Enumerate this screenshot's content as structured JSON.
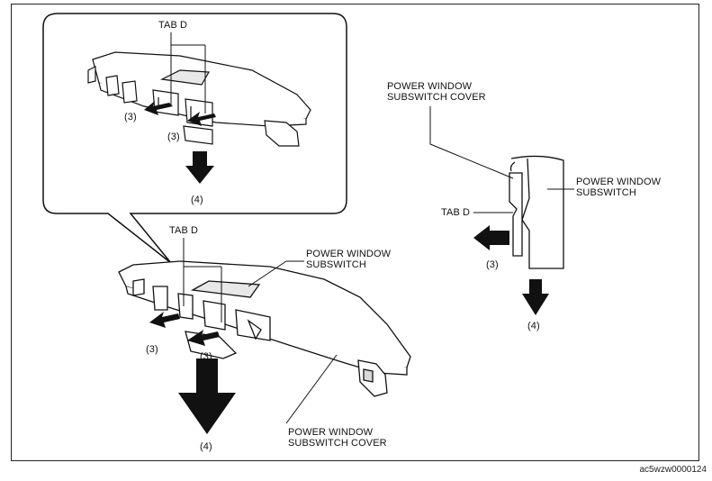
{
  "labels": {
    "tab_d": "TAB D",
    "power_window_subswitch": "POWER WINDOW\nSUBSWITCH",
    "power_window_subswitch_cover": "POWER WINDOW\nSUBSWITCH COVER",
    "step_3": "(3)",
    "step_4": "(4)"
  },
  "figure_code": "ac5wzw0000124"
}
